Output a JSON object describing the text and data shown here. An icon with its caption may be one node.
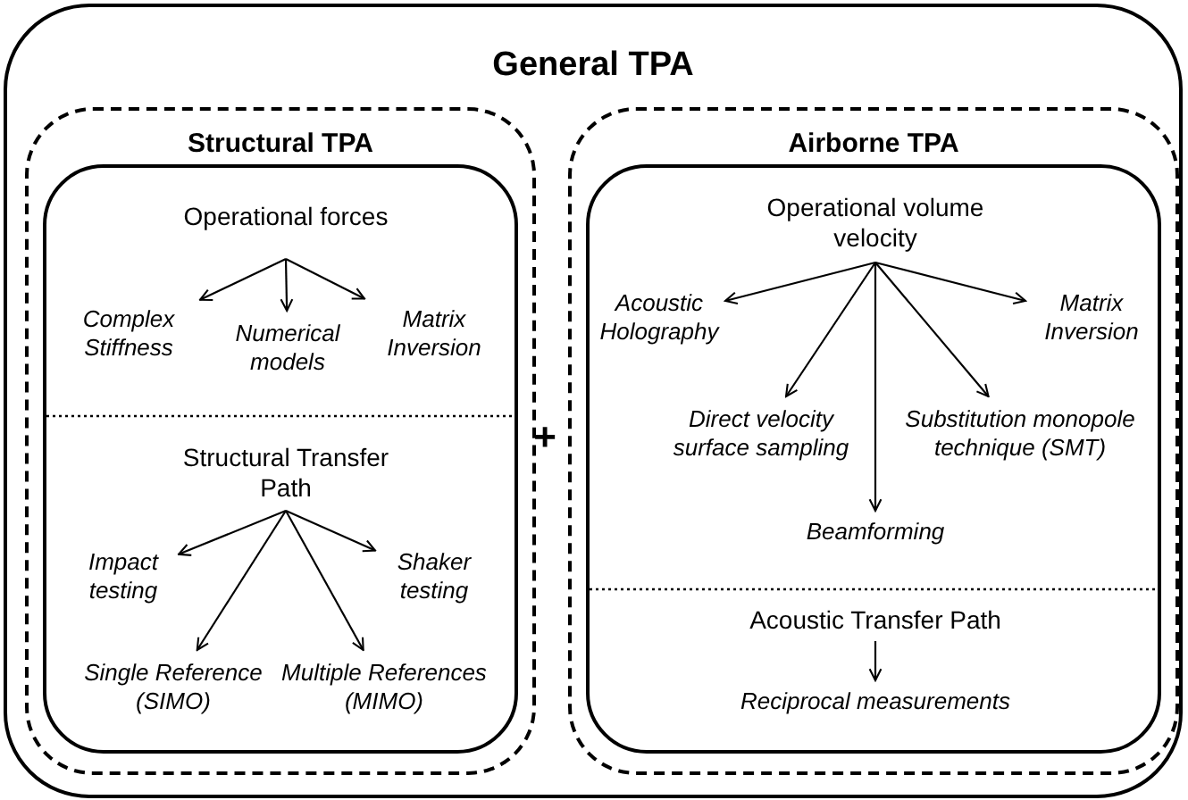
{
  "diagram": {
    "nodes": [
      {
        "text": [
          "General TPA"
        ]
      },
      {
        "text": [
          "Structural TPA"
        ],
        "in": 0
      },
      {
        "text": [],
        "shape": "box",
        "in": 1
      },
      {
        "text": [
          "Operational forces"
        ],
        "in": 2
      },
      {
        "text": [
          "Complex Stiffness"
        ],
        "in": 2
      },
      {
        "text": [
          "Numerical models"
        ],
        "in": 2
      },
      {
        "text": [
          "Matrix Inversion"
        ],
        "in": 2
      },
      {
        "text": [
          "Structural Transfer Path"
        ],
        "in": 2
      },
      {
        "text": [
          "Impact testing"
        ],
        "in": 2
      },
      {
        "text": [
          "Shaker testing"
        ],
        "in": 2
      },
      {
        "text": [
          "Single Reference (SIMO)"
        ],
        "in": 2
      },
      {
        "text": [
          "Multiple References (MIMO)"
        ],
        "in": 2
      },
      {
        "text": [
          "Airborne TPA"
        ],
        "in": 0
      },
      {
        "text": [],
        "shape": "box",
        "in": 12
      },
      {
        "text": [
          "Operational volume velocity"
        ],
        "in": 13
      },
      {
        "text": [
          "Acoustic Holography"
        ],
        "in": 13
      },
      {
        "text": [
          "Matrix Inversion"
        ],
        "in": 13
      },
      {
        "text": [
          "Direct velocity surface sampling"
        ],
        "in": 13
      },
      {
        "text": [
          "Substitution monopole technique (SMT)"
        ],
        "in": 13
      },
      {
        "text": [
          "Beamforming"
        ],
        "in": 13
      },
      {
        "text": [
          "Acoustic Transfer Path"
        ],
        "in": 13
      },
      {
        "text": [
          "Reciprocal measurements"
        ],
        "in": 13
      }
    ],
    "edges": [
      {
        "from": 3,
        "to": 4,
        "arrow": "to"
      },
      {
        "from": 3,
        "to": 5,
        "arrow": "to"
      },
      {
        "from": 3,
        "to": 6,
        "arrow": "to"
      },
      {
        "from": 7,
        "to": 8,
        "arrow": "to"
      },
      {
        "from": 7,
        "to": 9,
        "arrow": "to"
      },
      {
        "from": 7,
        "to": 10,
        "arrow": "to"
      },
      {
        "from": 7,
        "to": 11,
        "arrow": "to"
      },
      {
        "from": 14,
        "to": 15,
        "arrow": "to"
      },
      {
        "from": 14,
        "to": 16,
        "arrow": "to"
      },
      {
        "from": 14,
        "to": 17,
        "arrow": "to"
      },
      {
        "from": 14,
        "to": 18,
        "arrow": "to"
      },
      {
        "from": 14,
        "to": 19,
        "arrow": "to"
      },
      {
        "from": 20,
        "to": 21,
        "arrow": "to"
      }
    ],
    "labels": [
      "+"
    ]
  }
}
